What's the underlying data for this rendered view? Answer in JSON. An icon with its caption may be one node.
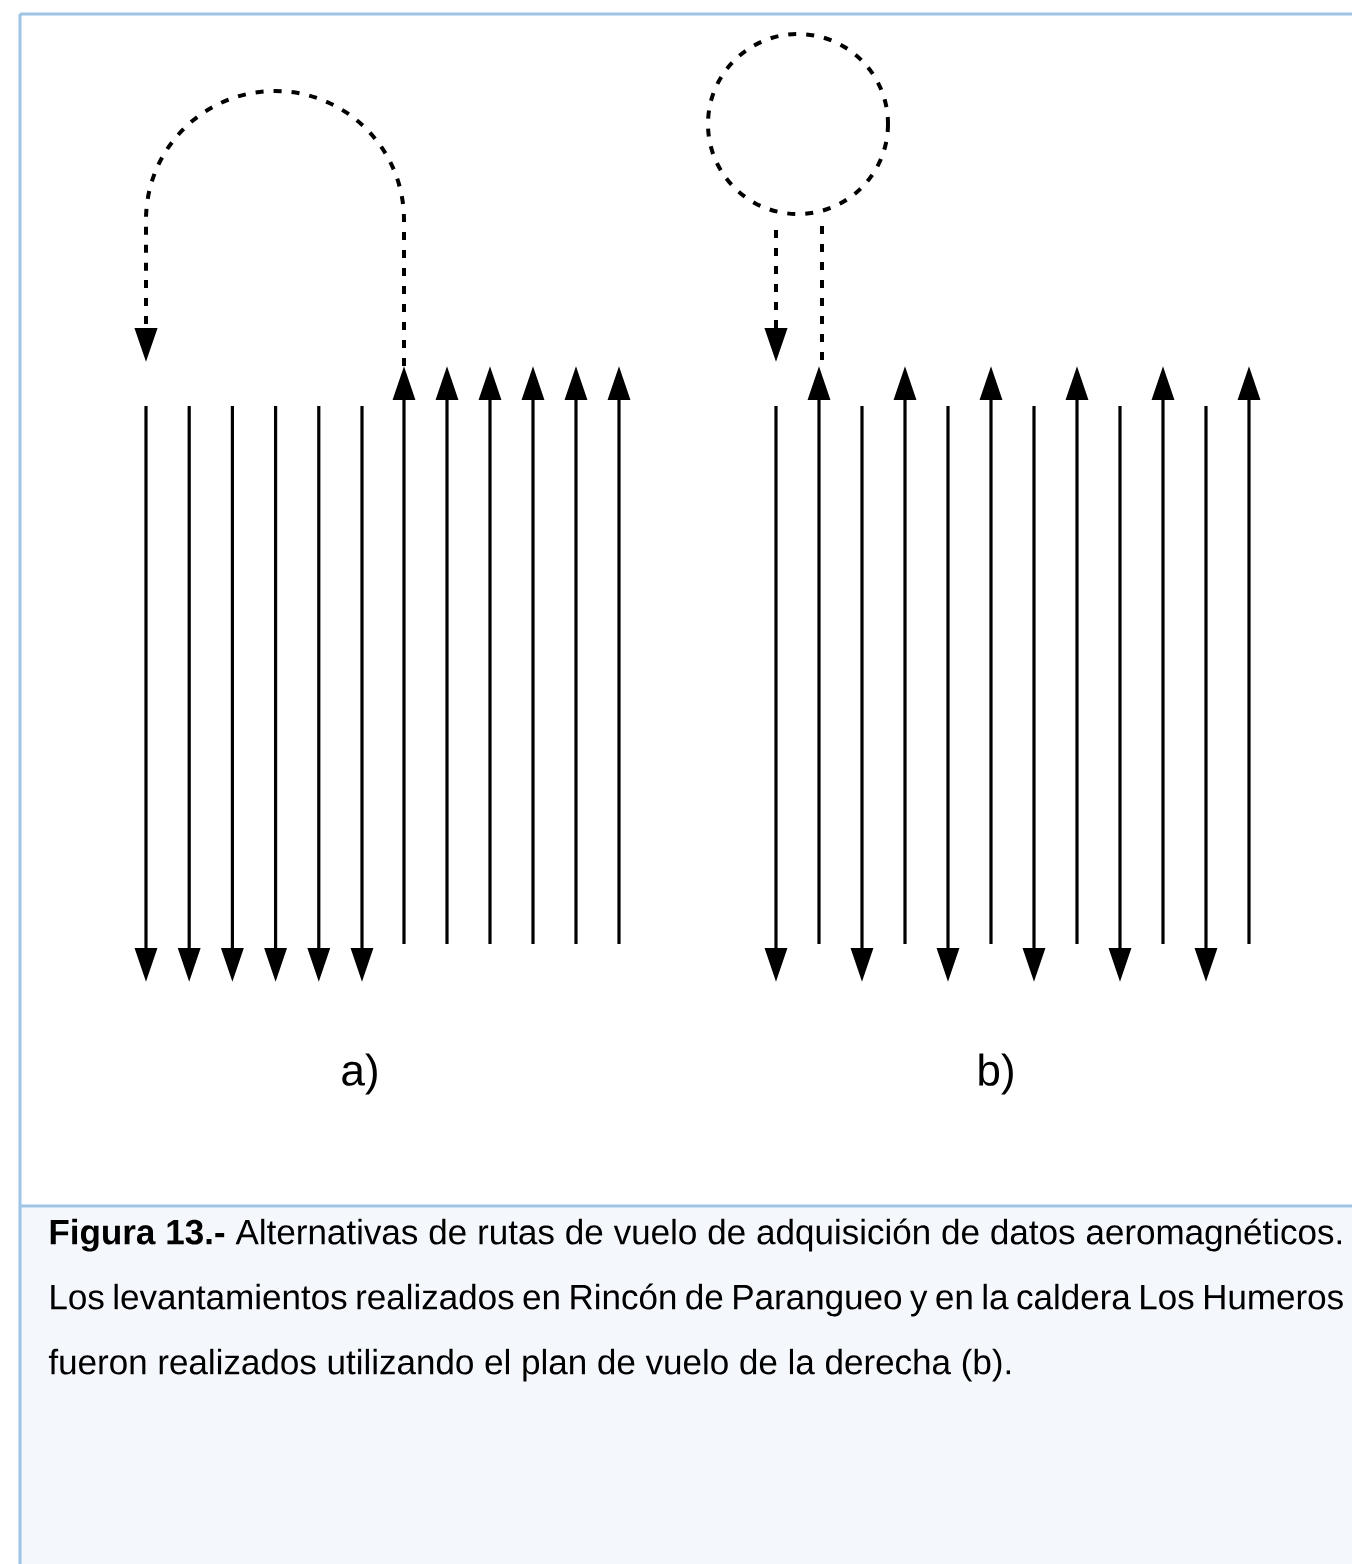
{
  "diagram": {
    "caption": "**Figura 13.-** Alternativas de rutas de vuelo de adquisición de datos aeromagnéticos. Los levantamientos realizados en Rincón de Parangueo y en la caldera Los Humeros fueron realizados utilizando el plan de vuelo de la derecha (b).",
    "labels": [
      "a)",
      "b)"
    ]
  }
}
